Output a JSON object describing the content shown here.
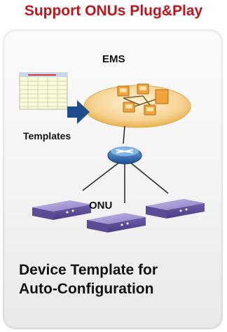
{
  "title": "Support ONUs Plug&Play",
  "labels": {
    "ems": "EMS",
    "templates": "Templates",
    "onu": "ONU"
  },
  "caption": {
    "line1": "Device Template for",
    "line2": "Auto-Configuration"
  },
  "icons": {
    "ems_server_cluster": "server-cluster-icon",
    "spreadsheet": "spreadsheet-icon",
    "arrow": "arrow-right-icon",
    "router": "router-icon",
    "onu_device": "onu-device-icon"
  },
  "colors": {
    "title": "#c0141c",
    "arrow": "#1f4e8c",
    "ems_disk": "#f3c77a",
    "onu_device": "#7b6bb0"
  }
}
